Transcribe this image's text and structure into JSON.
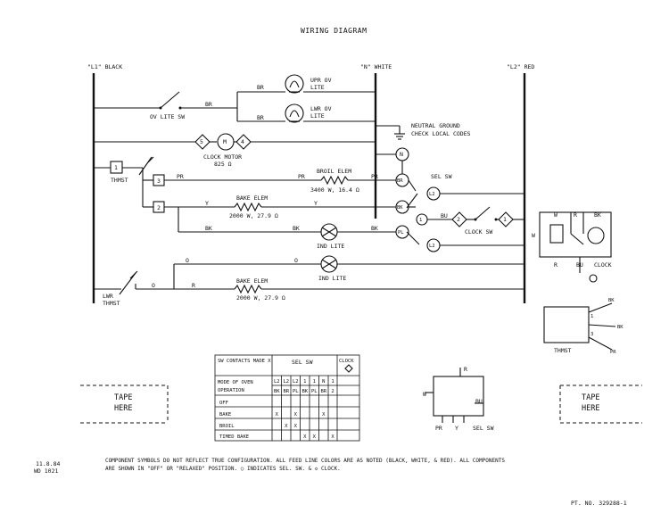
{
  "title": "WIRING DIAGRAM",
  "lines": {
    "l1": "\"L1\" BLACK",
    "n": "\"N\" WHITE",
    "l2": "\"L2\" RED"
  },
  "upper_oven_lite": {
    "line1": "UPR OV",
    "line2": "LITE"
  },
  "lower_oven_lite": {
    "line1": "LWR OV",
    "line2": "LITE"
  },
  "oven_lite_switch": "OV LITE SW",
  "neutral_ground": {
    "line1": "NEUTRAL GROUND",
    "line2": "CHECK LOCAL CODES"
  },
  "clock_motor": {
    "label": "CLOCK MOTOR",
    "resistance": "825 Ω",
    "symbol": "M"
  },
  "thermostat": "THMST",
  "broil_element": {
    "label": "BROIL ELEM",
    "rating": "3400 W, 16.4 Ω"
  },
  "bake_element_upper": {
    "label": "BAKE ELEM",
    "rating": "2000 W, 27.9 Ω"
  },
  "bake_element_lower": {
    "label": "BAKE ELEM",
    "rating": "2000 W, 27.9 Ω"
  },
  "ind_lite_upper": "IND LITE",
  "ind_lite_lower": "IND LITE",
  "selector_switch": "SEL SW",
  "clock_switch": "CLOCK SW",
  "lower_thermostat": {
    "line1": "LWR",
    "line2": "THMST"
  },
  "wire_colors": {
    "br": "BR",
    "pr": "PR",
    "y": "Y",
    "bk": "BK",
    "bu": "BU",
    "o": "O",
    "r": "R",
    "w": "W"
  },
  "terminals": {
    "t1": "1",
    "t2": "2",
    "t3": "3",
    "t4": "4",
    "t5": "5",
    "n": "N",
    "br": "BR",
    "l2": "L2",
    "bk": "BK",
    "pl": "PL"
  },
  "inset_labels": {
    "clock": "CLOCK",
    "thmst": "THMST",
    "sel_sw": "SEL SW"
  },
  "tape_here": {
    "line1": "TAPE",
    "line2": "HERE"
  },
  "contacts_table": {
    "header_label": "SW CONTACTS MADE X",
    "header_sel": "SEL SW",
    "header_clock": "CLOCK",
    "mode_label": "MODE OF OVEN",
    "operation_label": "OPERATION",
    "terminals_row": [
      "L2",
      "L2",
      "L2",
      "1",
      "1",
      "N",
      "1"
    ],
    "wires_row": [
      "BK",
      "BR",
      "PL",
      "BK",
      "PL",
      "BR",
      "2"
    ],
    "rows": [
      {
        "mode": "OFF",
        "marks": [
          "",
          "",
          "",
          "",
          "",
          "",
          ""
        ]
      },
      {
        "mode": "BAKE",
        "marks": [
          "X",
          "",
          "X",
          "",
          "",
          "X",
          ""
        ]
      },
      {
        "mode": "BROIL",
        "marks": [
          "",
          "X",
          "X",
          "",
          "",
          "",
          ""
        ]
      },
      {
        "mode": "TIMED BAKE",
        "marks": [
          "",
          "",
          "",
          "X",
          "X",
          "",
          "X"
        ]
      }
    ]
  },
  "date": "11.8.84",
  "drawing_no": "WD 1021",
  "note_line1": "COMPONENT SYMBOLS DO NOT REFLECT TRUE CONFIGURATION.  ALL FEED LINE COLORS ARE AS NOTED (BLACK, WHITE, & RED).    ALL COMPONENTS",
  "note_line2": "ARE SHOWN IN \"OFF\" OR \"RELAXED\" POSITION.  ○ INDICATES SEL. SW. & ◇ CLOCK.",
  "part_no": "PT. NO. 329288-1"
}
